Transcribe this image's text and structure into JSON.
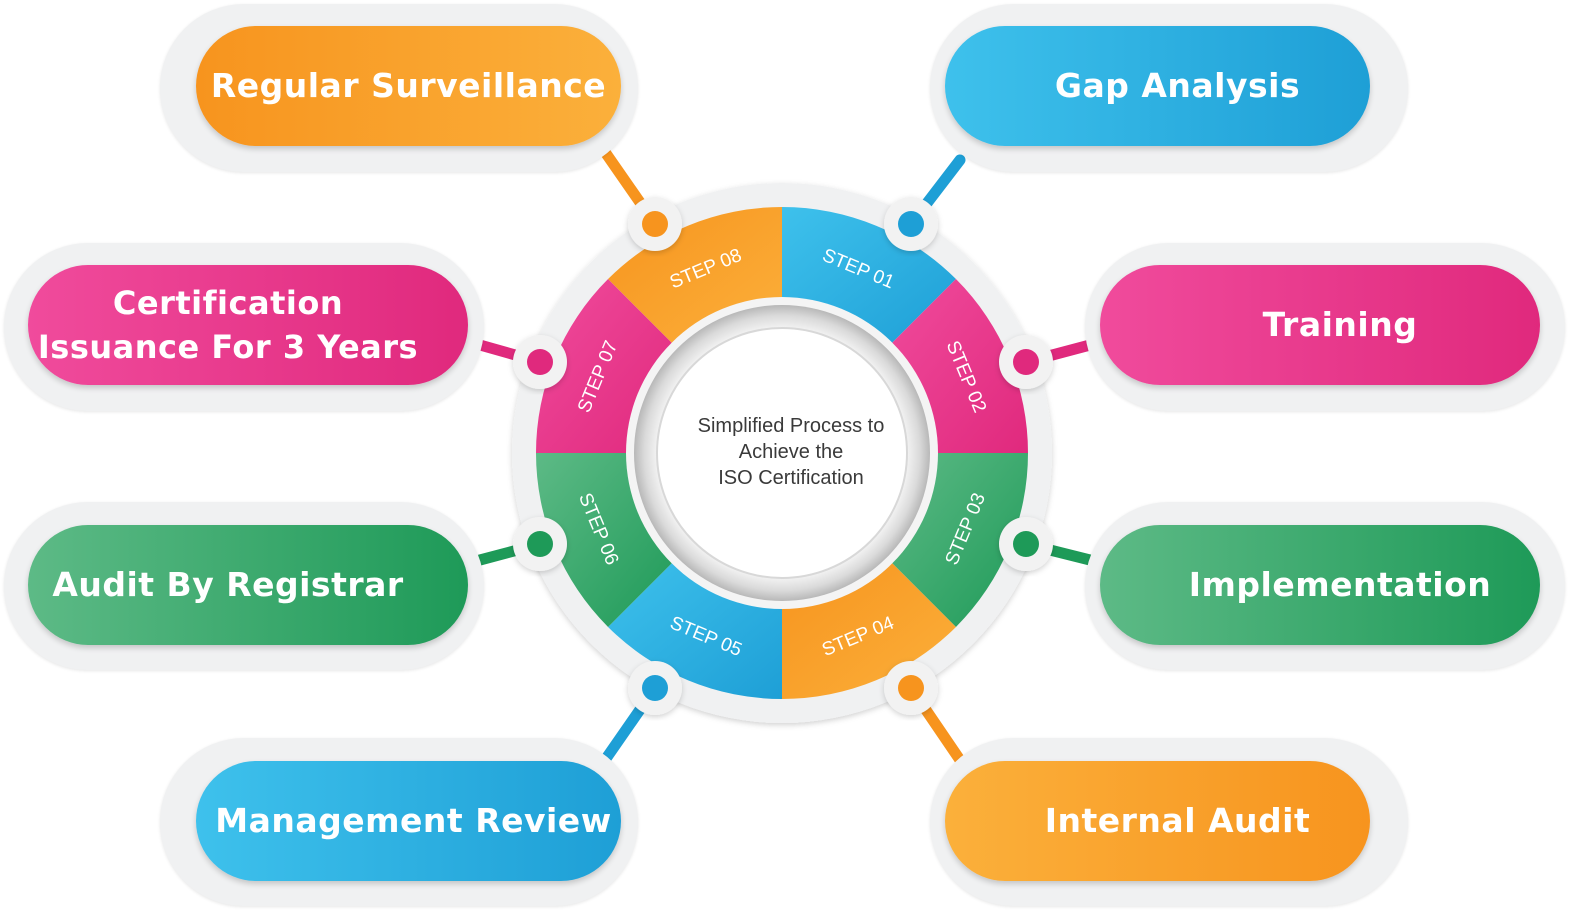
{
  "center_title": "Simplified Process to\nAchieve the\nISO Certification",
  "colors": {
    "orange": "#f7941e",
    "orange_light": "#fbb03b",
    "blue": "#1e9fd6",
    "blue_light": "#3ec1ec",
    "pink": "#e0297d",
    "pink_light": "#f04b9c",
    "green": "#1e9a58",
    "green_light": "#5dba86",
    "halo": "#f0f1f2"
  },
  "steps": [
    {
      "step_label": "STEP 01",
      "title": "Gap Analysis",
      "color": "blue"
    },
    {
      "step_label": "STEP 02",
      "title": "Training",
      "color": "pink"
    },
    {
      "step_label": "STEP 03",
      "title": "Implementation",
      "color": "green"
    },
    {
      "step_label": "STEP 04",
      "title": "Internal Audit",
      "color": "orange"
    },
    {
      "step_label": "STEP 05",
      "title": "Management Review",
      "color": "blue"
    },
    {
      "step_label": "STEP 06",
      "title": "Audit By Registrar",
      "color": "green"
    },
    {
      "step_label": "STEP 07",
      "title": "Certification\nIssuance For 3 Years",
      "color": "pink"
    },
    {
      "step_label": "STEP 08",
      "title": "Regular Surveillance",
      "color": "orange"
    }
  ]
}
